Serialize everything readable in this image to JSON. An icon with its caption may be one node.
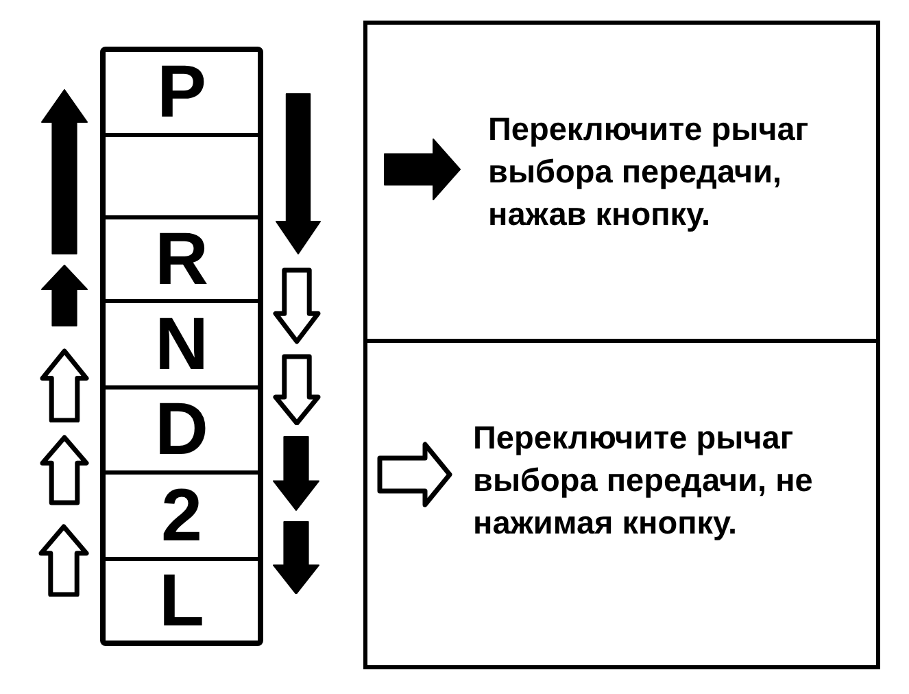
{
  "diagram": {
    "nodes": [
      {
        "text": [
          "P"
        ]
      },
      {
        "text": [],
        "shape": "box"
      },
      {
        "text": [
          "R"
        ]
      },
      {
        "text": [
          "N"
        ]
      },
      {
        "text": [
          "D"
        ]
      },
      {
        "text": [
          "2"
        ]
      },
      {
        "text": [
          "L"
        ]
      }
    ],
    "edges": [
      {
        "from": 2,
        "to": 0,
        "arrow": "to",
        "style": "thick"
      },
      {
        "from": 3,
        "to": 2,
        "arrow": "to",
        "style": "thick"
      },
      {
        "from": 4,
        "to": 3,
        "arrow": "to"
      },
      {
        "from": 5,
        "to": 4,
        "arrow": "to"
      },
      {
        "from": 6,
        "to": 5,
        "arrow": "to"
      },
      {
        "from": 0,
        "to": 2,
        "arrow": "to",
        "style": "thick"
      },
      {
        "from": 2,
        "to": 3,
        "arrow": "to"
      },
      {
        "from": 3,
        "to": 4,
        "arrow": "to"
      },
      {
        "from": 4,
        "to": 5,
        "arrow": "to",
        "style": "thick"
      },
      {
        "from": 5,
        "to": 6,
        "arrow": "to",
        "style": "thick"
      }
    ],
    "legend": [
      {
        "text": "Переключите рычаг выбора передачи, нажав кнопку."
      },
      {
        "text": "Переключите рычаг выбора передачи, не нажимая кнопку."
      }
    ]
  }
}
